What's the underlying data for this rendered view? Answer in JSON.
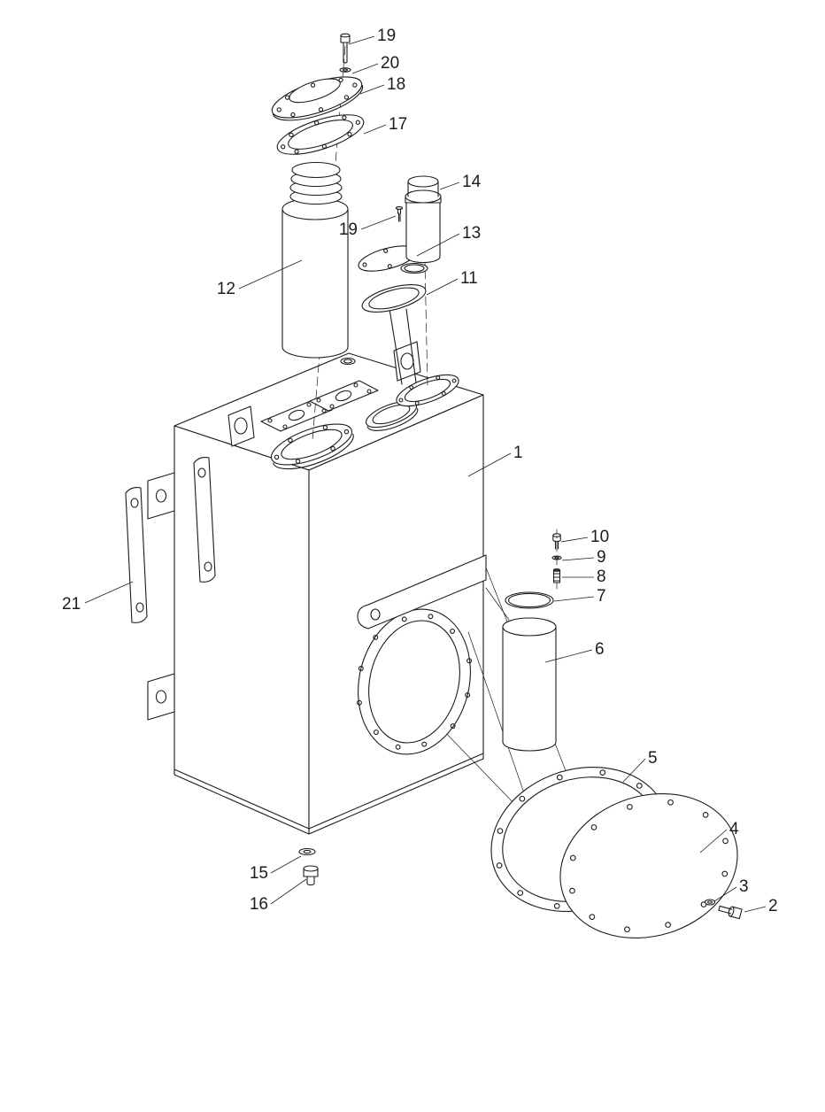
{
  "page": {
    "background": "#ffffff"
  },
  "diagram": {
    "type": "exploded-parts-diagram",
    "line_color": "#1c1c1c",
    "callouts": [
      {
        "label": "19"
      },
      {
        "label": "20"
      },
      {
        "label": "18"
      },
      {
        "label": "17"
      },
      {
        "label": "14"
      },
      {
        "label": "19"
      },
      {
        "label": "13"
      },
      {
        "label": "12"
      },
      {
        "label": "11"
      },
      {
        "label": "1"
      },
      {
        "label": "10"
      },
      {
        "label": "9"
      },
      {
        "label": "8"
      },
      {
        "label": "7"
      },
      {
        "label": "6"
      },
      {
        "label": "21"
      },
      {
        "label": "5"
      },
      {
        "label": "4"
      },
      {
        "label": "15"
      },
      {
        "label": "16"
      },
      {
        "label": "3"
      },
      {
        "label": "2"
      }
    ]
  }
}
